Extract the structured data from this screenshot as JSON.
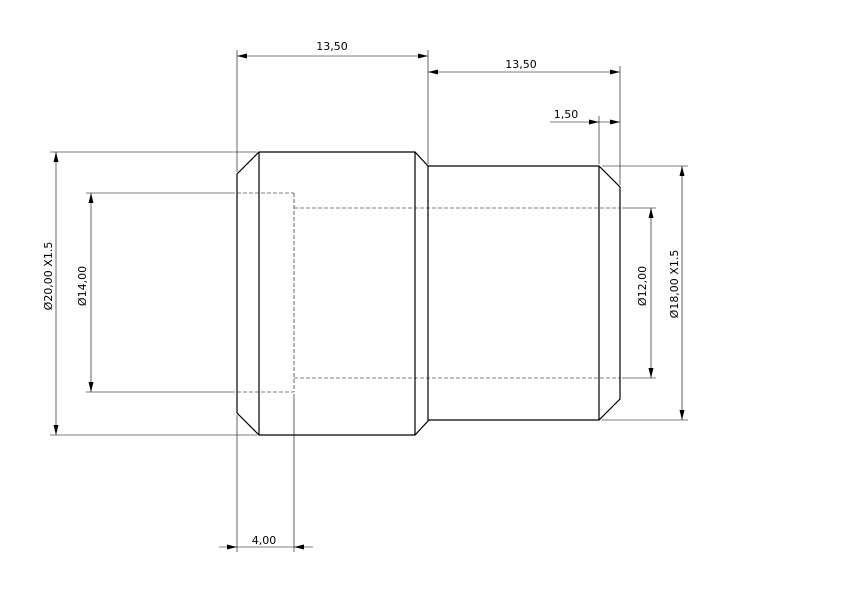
{
  "dimensions": {
    "left_length": "13,50",
    "right_length": "13,50",
    "chamfer_length": "1,50",
    "counterbore_depth": "4,00",
    "bore_left_diameter": "Ø14,00",
    "thread_left": "Ø20,00 X1.5",
    "bore_right_diameter": "Ø12,00",
    "thread_right": "Ø18,00 X1.5"
  }
}
